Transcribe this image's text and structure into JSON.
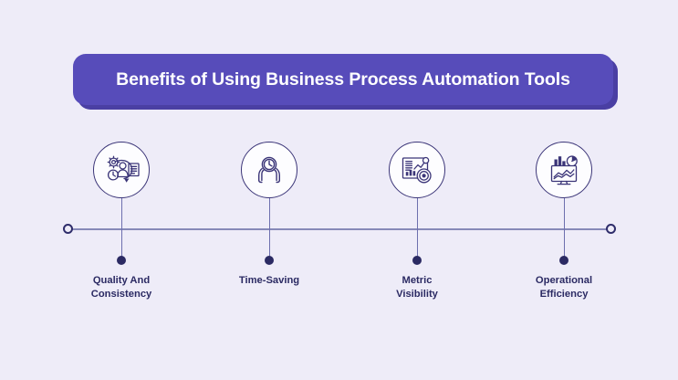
{
  "theme": {
    "background": "#eeecf8",
    "banner_fill": "#574cba",
    "banner_shadow": "#4a3fa3",
    "banner_text": "#ffffff",
    "timeline_line": "#8789b8",
    "endpoint_stroke": "#2f2d6b",
    "stem": "#6d6fae",
    "node_dot": "#2b2a63",
    "icon_stroke": "#3b3578",
    "icon_circle_fill": "#fdfdff",
    "label_text": "#2b2a63"
  },
  "header": {
    "title": "Benefits of Using Business Process Automation Tools"
  },
  "timeline": {
    "left_endpoint": "timeline-start-marker",
    "right_endpoint": "timeline-end-marker"
  },
  "items": [
    {
      "label": "Quality And\nConsistency",
      "label_line1": "Quality And",
      "label_line2": "Consistency",
      "icon": "gear-person-document-clock-icon"
    },
    {
      "label": "Time-Saving",
      "label_line1": "Time-Saving",
      "label_line2": "",
      "icon": "hands-holding-clock-icon"
    },
    {
      "label": "Metric\nVisibility",
      "label_line1": "Metric",
      "label_line2": "Visibility",
      "icon": "chart-report-target-icon"
    },
    {
      "label": "Operational\nEfficiency",
      "label_line1": "Operational",
      "label_line2": "Efficiency",
      "icon": "monitor-analytics-dashboard-icon"
    }
  ]
}
